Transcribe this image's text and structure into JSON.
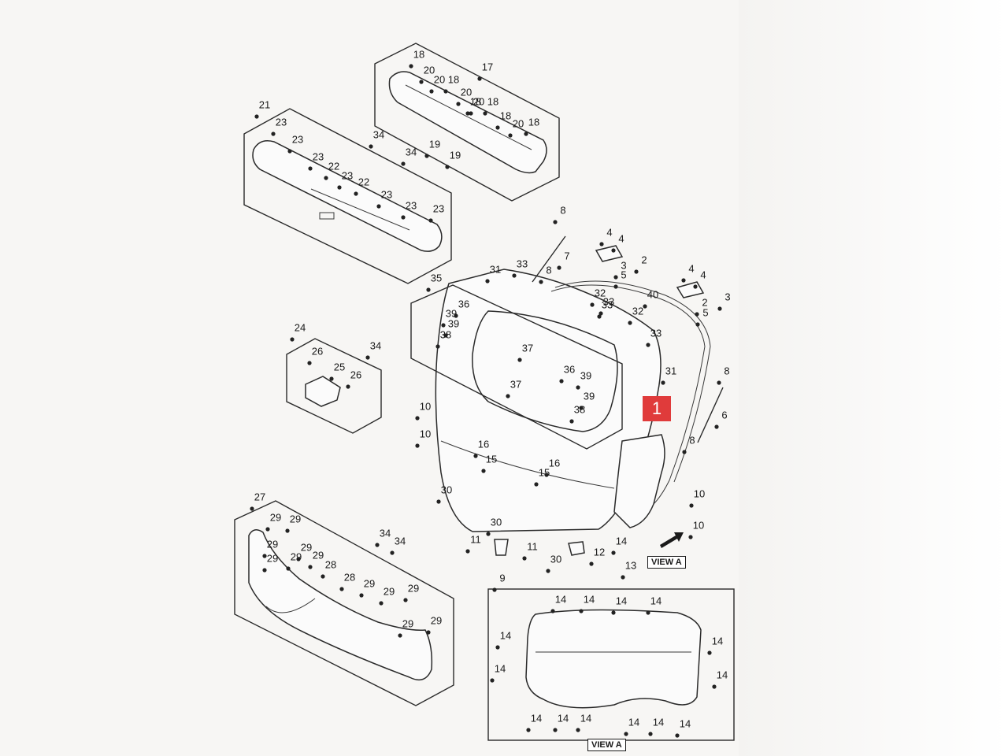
{
  "diagram": {
    "callouts": [
      "1"
    ],
    "view_labels": [
      "VIEW A",
      "VIEW A"
    ],
    "part_numbers": [
      "18",
      "20",
      "18",
      "20",
      "18",
      "20",
      "18",
      "20",
      "18",
      "20",
      "18",
      "17",
      "19",
      "19",
      "21",
      "23",
      "23",
      "23",
      "22",
      "23",
      "22",
      "23",
      "23",
      "23",
      "34",
      "34",
      "8",
      "7",
      "33",
      "8",
      "31",
      "35",
      "36",
      "39",
      "39",
      "38",
      "37",
      "37",
      "36",
      "39",
      "39",
      "38",
      "33",
      "32",
      "33",
      "32",
      "40",
      "33",
      "31",
      "4",
      "4",
      "2",
      "3",
      "5",
      "4",
      "4",
      "3",
      "2",
      "5",
      "24",
      "26",
      "25",
      "26",
      "34",
      "10",
      "10",
      "16",
      "15",
      "16",
      "15",
      "30",
      "30",
      "8",
      "6",
      "8",
      "10",
      "10",
      "11",
      "11",
      "9",
      "30",
      "12",
      "14",
      "13",
      "27",
      "29",
      "29",
      "29",
      "29",
      "29",
      "29",
      "28",
      "28",
      "29",
      "29",
      "29",
      "29",
      "34",
      "34",
      "29",
      "29",
      "14",
      "14",
      "14",
      "14",
      "14",
      "14",
      "14",
      "14",
      "14",
      "14",
      "14",
      "14",
      "14",
      "14"
    ]
  }
}
